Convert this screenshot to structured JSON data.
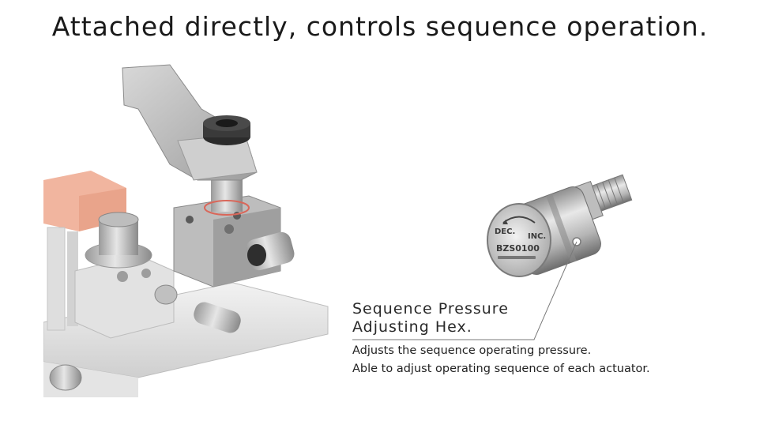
{
  "headline": "Attached directly, controls sequence operation.",
  "valve": {
    "engraving_maker_left": "DEC.",
    "engraving_maker_right": "INC.",
    "engraving_model": "BZS0100"
  },
  "callout": {
    "title_line1": "Sequence Pressure",
    "title_line2": "Adjusting Hex.",
    "desc_line1": "Adjusts the sequence operating pressure.",
    "desc_line2": "Able to adjust operating sequence of each actuator."
  },
  "colors": {
    "metal": "#c9c9c9",
    "metal_dark": "#8c8c8c",
    "workpiece": "#f1b59f",
    "leader_line": "#7a7a7a"
  }
}
